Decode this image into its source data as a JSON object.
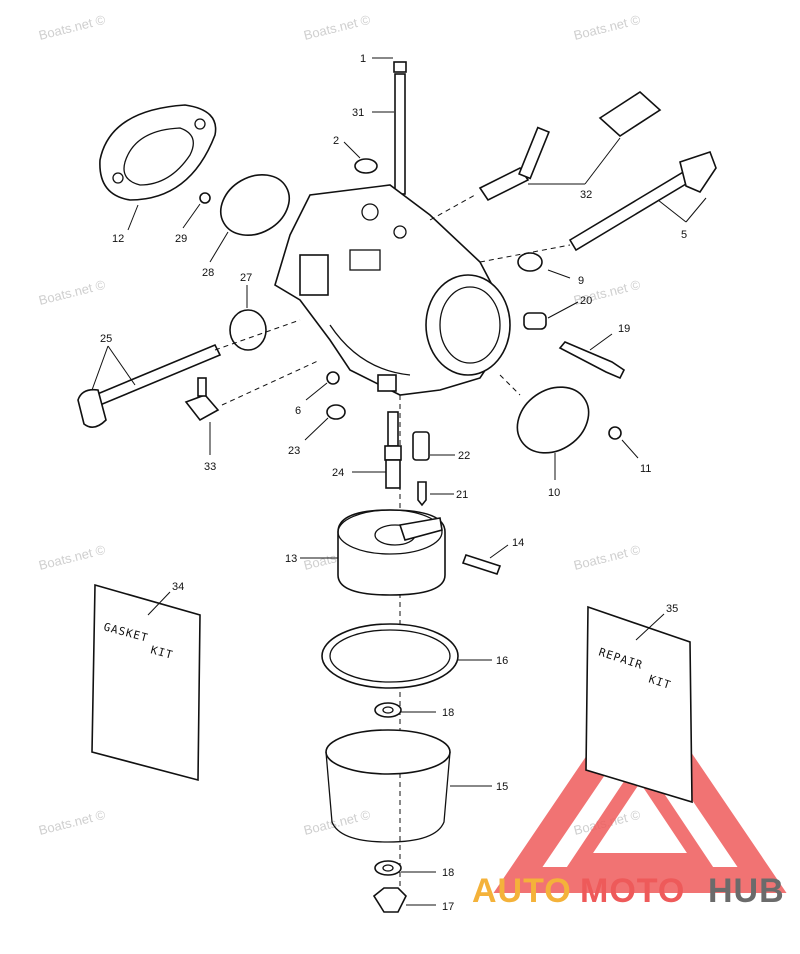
{
  "watermark": "Boats.net ©",
  "parts": [
    {
      "id": "1",
      "label": "1"
    },
    {
      "id": "2",
      "label": "2"
    },
    {
      "id": "5",
      "label": "5"
    },
    {
      "id": "6",
      "label": "6"
    },
    {
      "id": "9",
      "label": "9"
    },
    {
      "id": "10",
      "label": "10"
    },
    {
      "id": "11",
      "label": "11"
    },
    {
      "id": "12",
      "label": "12"
    },
    {
      "id": "13",
      "label": "13"
    },
    {
      "id": "14",
      "label": "14"
    },
    {
      "id": "15",
      "label": "15"
    },
    {
      "id": "16",
      "label": "16"
    },
    {
      "id": "17",
      "label": "17"
    },
    {
      "id": "18a",
      "label": "18"
    },
    {
      "id": "18b",
      "label": "18"
    },
    {
      "id": "19",
      "label": "19"
    },
    {
      "id": "20",
      "label": "20"
    },
    {
      "id": "21",
      "label": "21"
    },
    {
      "id": "22",
      "label": "22"
    },
    {
      "id": "23",
      "label": "23"
    },
    {
      "id": "24",
      "label": "24"
    },
    {
      "id": "25",
      "label": "25"
    },
    {
      "id": "27",
      "label": "27"
    },
    {
      "id": "28",
      "label": "28"
    },
    {
      "id": "29",
      "label": "29"
    },
    {
      "id": "31",
      "label": "31"
    },
    {
      "id": "32",
      "label": "32"
    },
    {
      "id": "33",
      "label": "33"
    },
    {
      "id": "34",
      "label": "34"
    },
    {
      "id": "35",
      "label": "35"
    }
  ],
  "gasket_kit": {
    "line1": "GASKET",
    "line2": "KIT"
  },
  "repair_kit": {
    "line1": "REPAIR",
    "line2": "KIT"
  },
  "logo": {
    "part1": "AUTO",
    "part2": "MOTO",
    "part3": "HUB",
    "colors": {
      "triangle": "#ee5a5a",
      "auto": "#f4b23a",
      "moto": "#ee5a5a",
      "hub": "#6b6b6b"
    }
  }
}
